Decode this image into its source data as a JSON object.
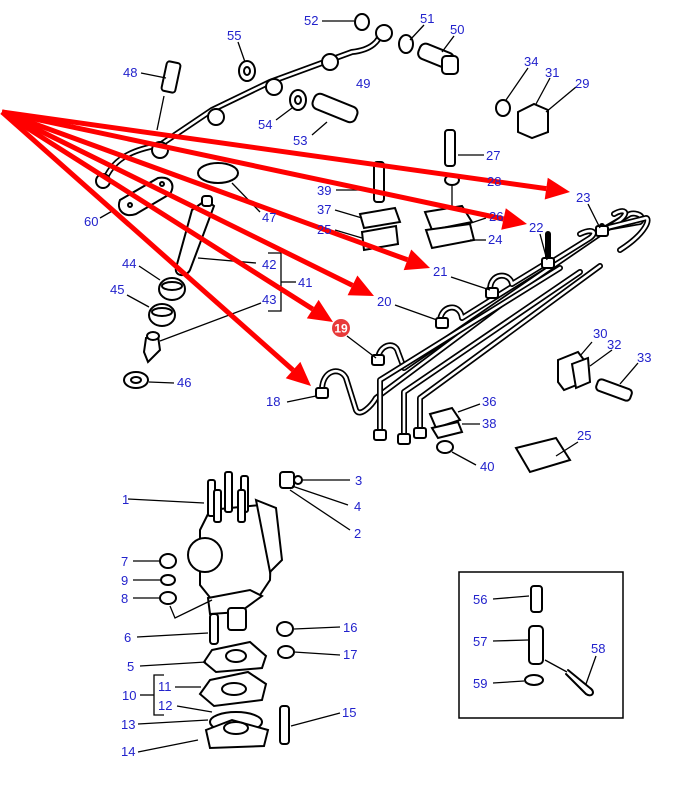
{
  "diagram": {
    "type": "exploded-parts-diagram",
    "subject": "Fuel injection pump, injectors and injection pipes",
    "highlighted_part": "19",
    "accent_color": "#ff0000",
    "label_color": "#2222cc",
    "arrow_targets": [
      "23",
      "22",
      "21",
      "20",
      "19",
      "18"
    ],
    "labels": {
      "1": "1",
      "2": "2",
      "3": "3",
      "4": "4",
      "5": "5",
      "6": "6",
      "7": "7",
      "8": "8",
      "9": "9",
      "10": "10",
      "11": "11",
      "12": "12",
      "13": "13",
      "14": "14",
      "15": "15",
      "16": "16",
      "17": "17",
      "18": "18",
      "19": "19",
      "20": "20",
      "21": "21",
      "22": "22",
      "23": "23",
      "24": "24",
      "25a": "25",
      "25b": "25",
      "26": "26",
      "27": "27",
      "28": "28",
      "29": "29",
      "30": "30",
      "31": "31",
      "32": "32",
      "33": "33",
      "34": "34",
      "36": "36",
      "37": "37",
      "38": "38",
      "39": "39",
      "40": "40",
      "41": "41",
      "42": "42",
      "43": "43",
      "44": "44",
      "45": "45",
      "46": "46",
      "47": "47",
      "48": "48",
      "49": "49",
      "50": "50",
      "51": "51",
      "52": "52",
      "53": "53",
      "54": "54",
      "55": "55",
      "56": "56",
      "57": "57",
      "58": "58",
      "59": "59",
      "60": "60"
    },
    "inset_parts": [
      "56",
      "57",
      "58",
      "59"
    ],
    "groups": [
      {
        "label": "41",
        "members": [
          "42",
          "43"
        ]
      },
      {
        "label": "10",
        "members": [
          "11",
          "12"
        ]
      }
    ]
  }
}
